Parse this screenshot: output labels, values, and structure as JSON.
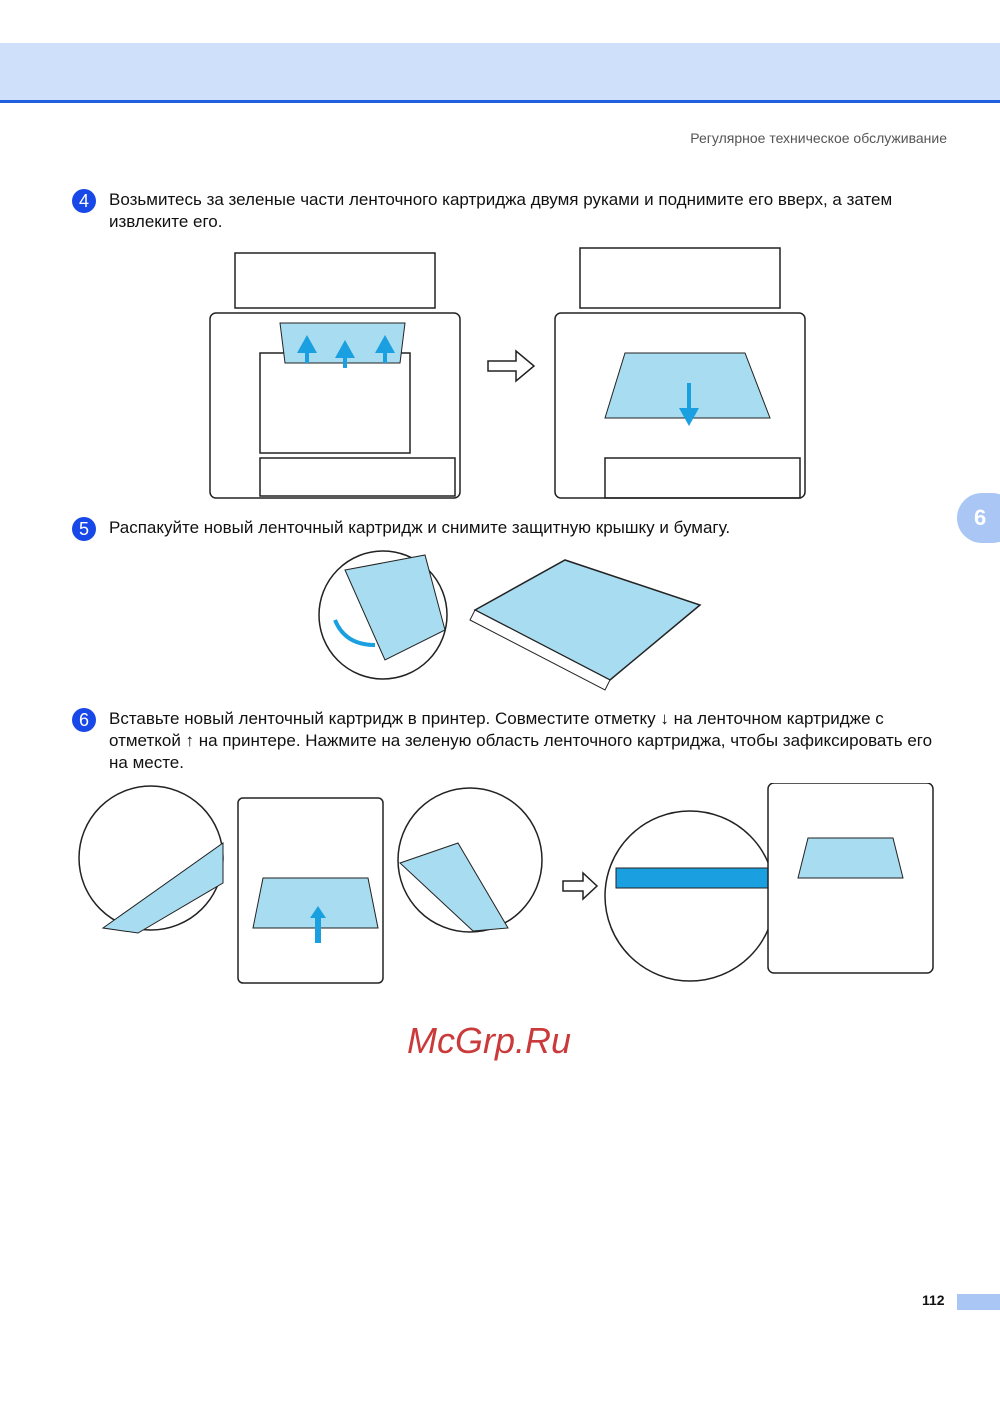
{
  "header": {
    "section_title": "Регулярное техническое обслуживание"
  },
  "steps": [
    {
      "number": "4",
      "text": "Возьмитесь за зеленые части ленточного картриджа двумя руками и поднимите его вверх, а затем извлеките его."
    },
    {
      "number": "5",
      "text": "Распакуйте новый ленточный картридж и снимите защитную крышку и бумагу."
    },
    {
      "number": "6",
      "text": "Вставьте новый ленточный картридж в принтер. Совместите отметку ↓ на ленточном картридже с отметкой ↑ на принтере. Нажмите на зеленую область ленточного картриджа, чтобы зафиксировать его на месте."
    }
  ],
  "chapter_tab": "6",
  "watermark": "McGrp.Ru",
  "page_number": "112",
  "colors": {
    "accent": "#1848e8",
    "band": "#cfe0fb",
    "cartridge": "#a8dcf0"
  }
}
